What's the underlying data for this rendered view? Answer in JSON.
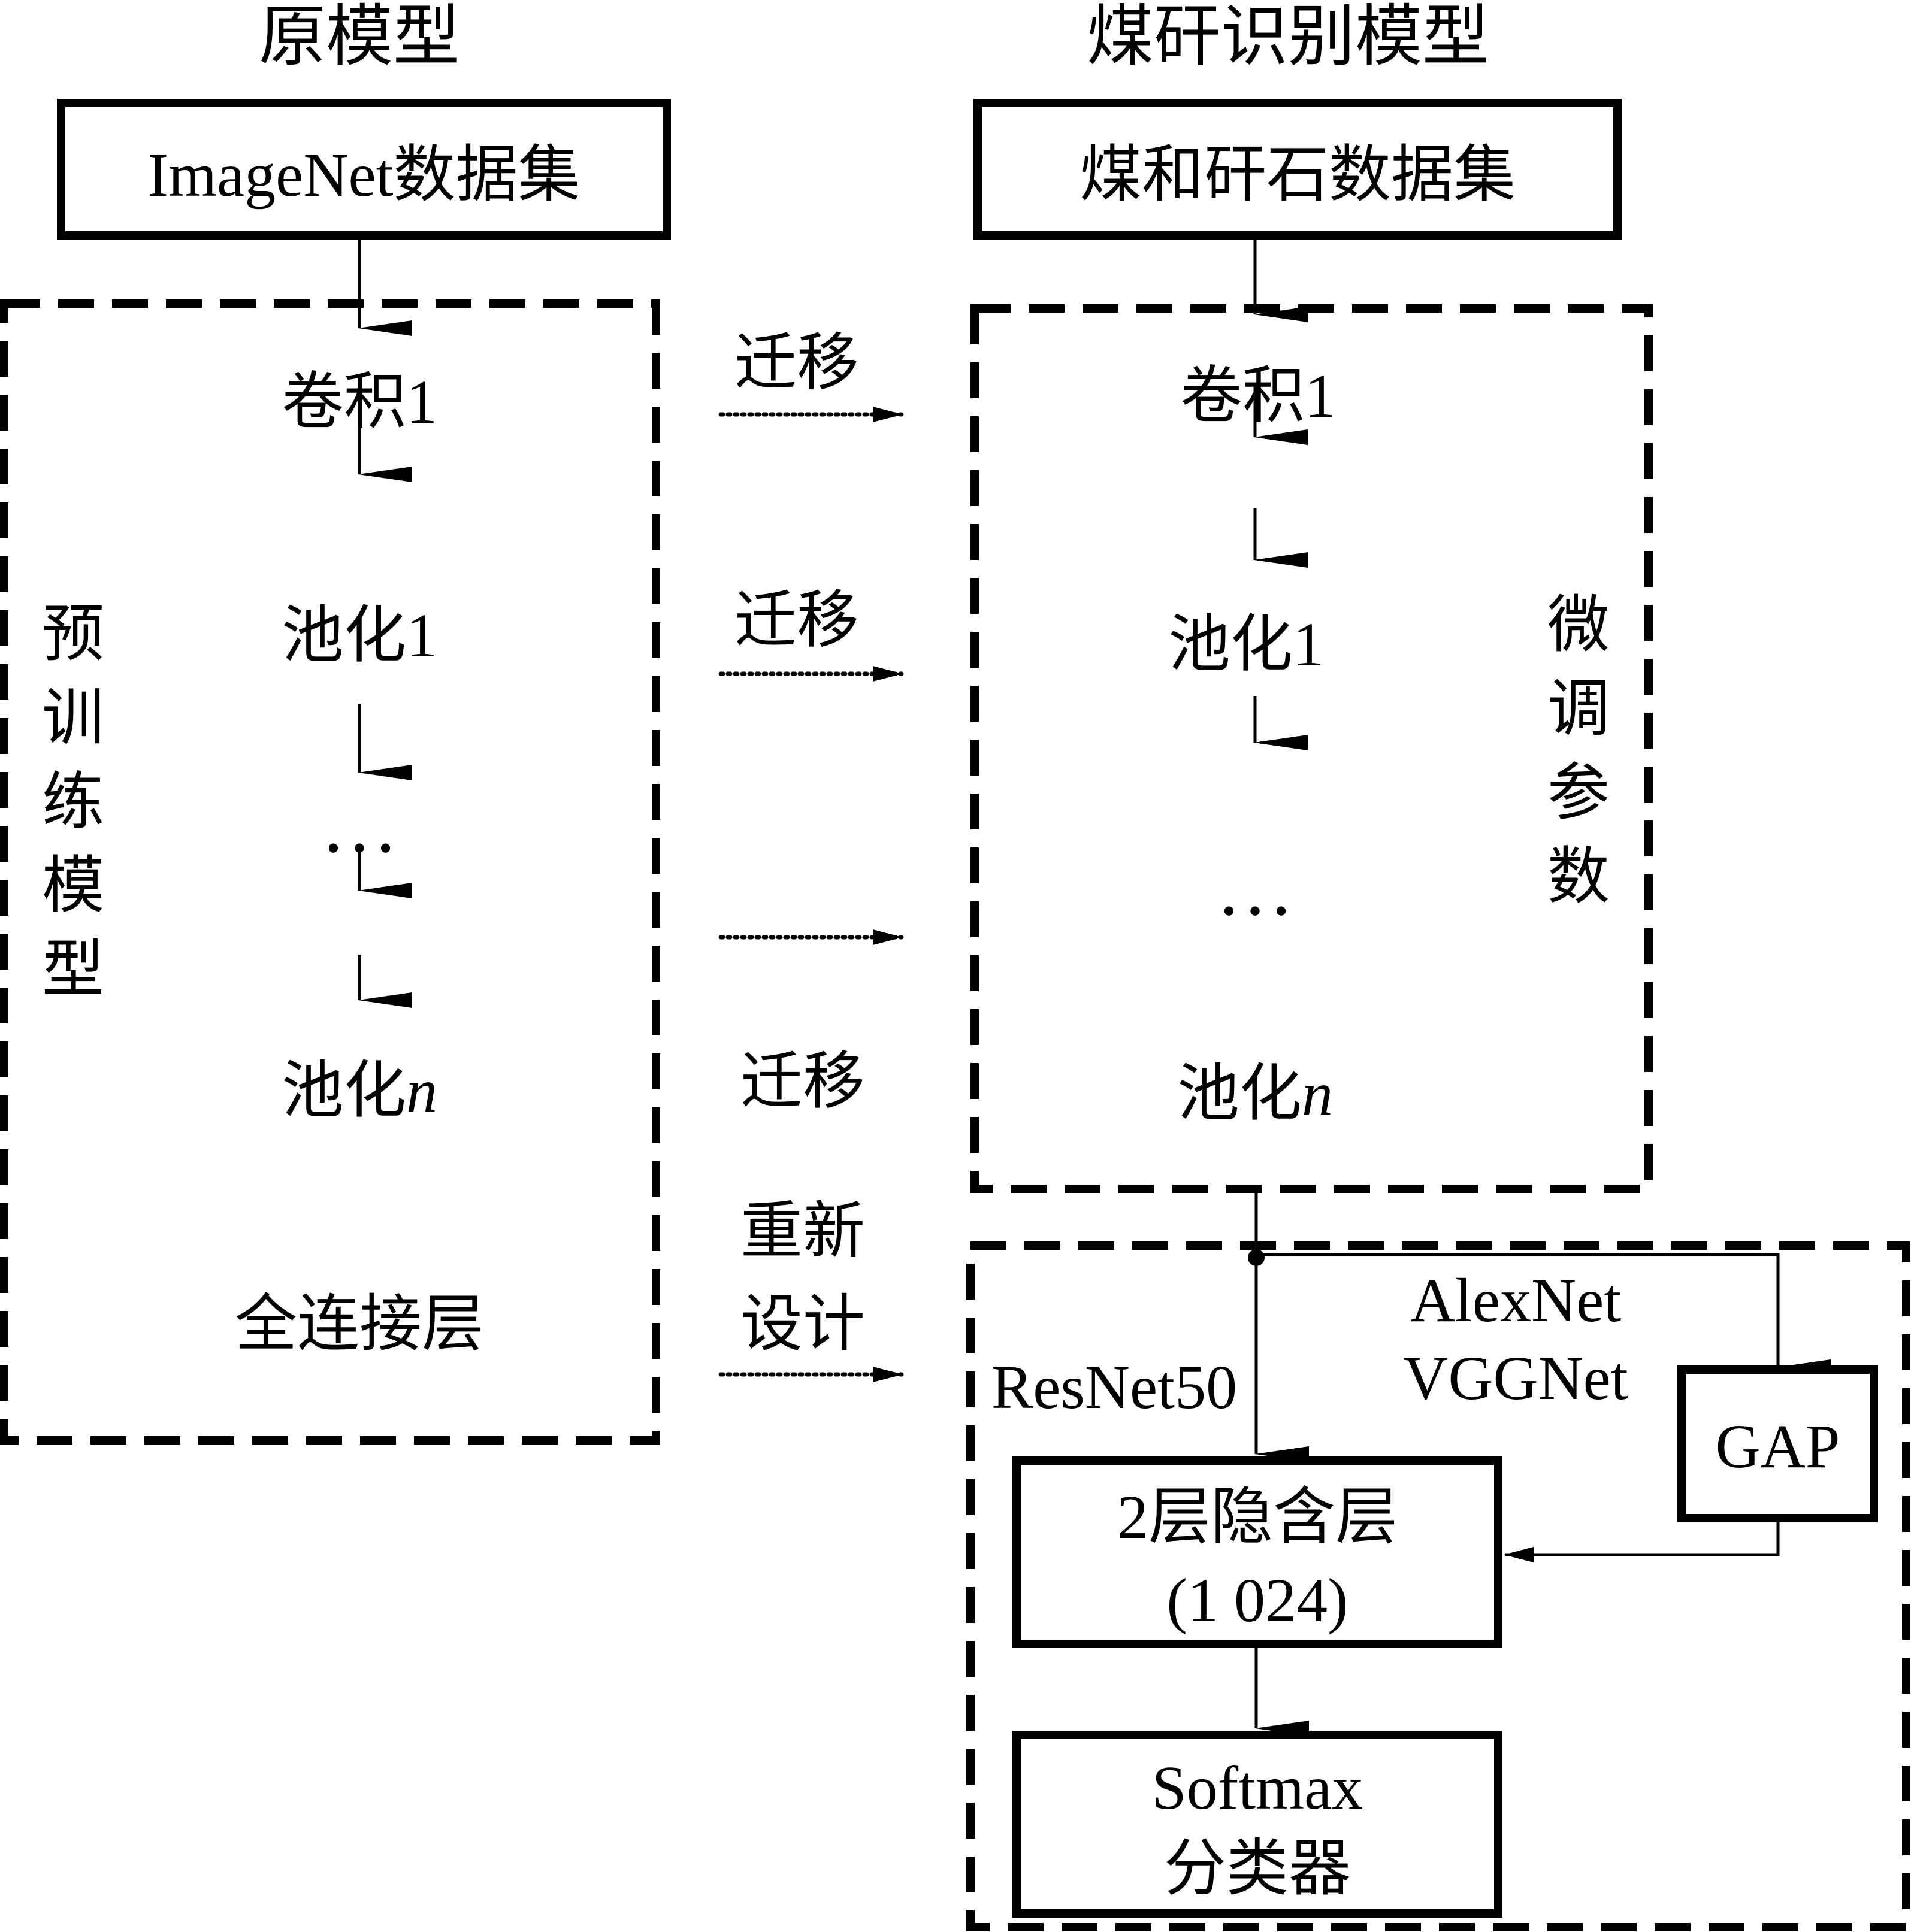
{
  "titles": {
    "left": "原模型",
    "right": "煤矸识别模型"
  },
  "datasets": {
    "left": "ImageNet数据集",
    "right": "煤和矸石数据集"
  },
  "left_model": {
    "side_label": "预训练模型",
    "layers": [
      "卷积1",
      "池化1",
      "…",
      "池化",
      "全连接层"
    ],
    "pool_n_suffix": "n"
  },
  "right_model": {
    "side_label": "微调参数",
    "layers": [
      "卷积1",
      "池化1",
      "…",
      "池化"
    ],
    "pool_n_suffix": "n"
  },
  "transfers": {
    "labels": [
      "迁移",
      "迁移",
      "迁移"
    ],
    "redesign_line1": "重新",
    "redesign_line2": "设计"
  },
  "head": {
    "resnet_label": "ResNet50",
    "branch_label_1": "AlexNet",
    "branch_label_2": "VGGNet",
    "gap_label": "GAP",
    "hidden_line1": "2层隐含层",
    "hidden_line2": "(1 024)",
    "softmax_line1": "Softmax",
    "softmax_line2": "分类器"
  },
  "colors": {
    "line": "#000000",
    "background": "#ffffff"
  }
}
